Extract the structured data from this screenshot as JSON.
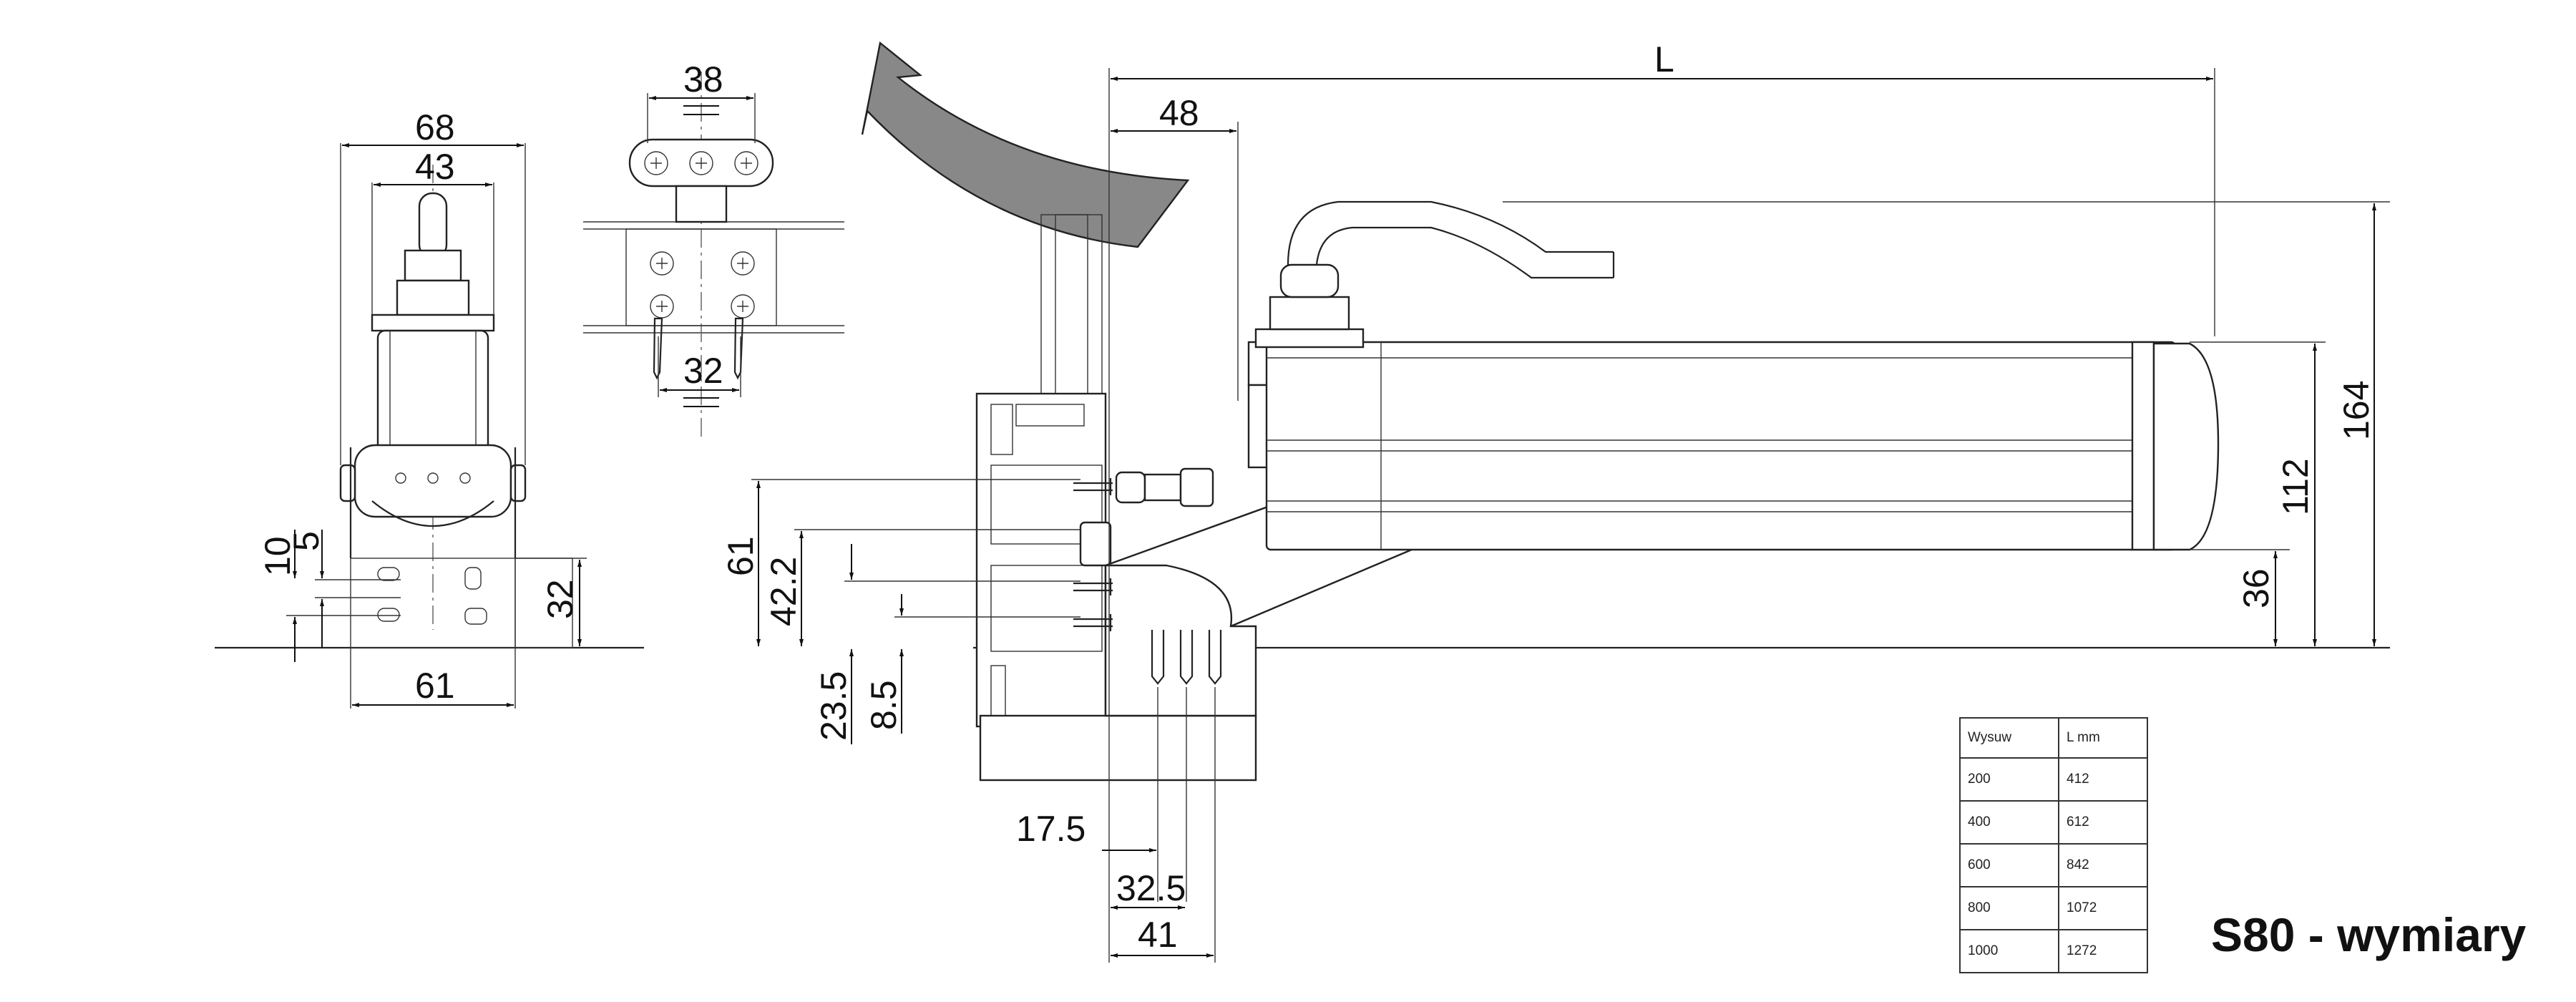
{
  "title": "S80 - wymiary",
  "dimensions": {
    "side_68": "68",
    "side_43": "43",
    "side_61": "61",
    "side_10": "10",
    "side_5": "5",
    "side_32": "32",
    "top_38": "38",
    "top_32": "32",
    "main_L": "L",
    "main_48": "48",
    "main_164": "164",
    "main_112": "112",
    "main_36": "36",
    "main_61": "61",
    "main_42_2": "42.2",
    "main_23_5": "23.5",
    "main_8_5": "8.5",
    "main_17_5": "17.5",
    "main_32_5": "32.5",
    "main_41": "41"
  },
  "table": {
    "headers": [
      "Wysuw",
      "L   mm"
    ],
    "rows": [
      [
        "200",
        "412"
      ],
      [
        "400",
        "612"
      ],
      [
        "600",
        "842"
      ],
      [
        "800",
        "1072"
      ],
      [
        "1000",
        "1272"
      ]
    ]
  },
  "colors": {
    "line": "#222222",
    "arrow_fill": "#888888"
  }
}
